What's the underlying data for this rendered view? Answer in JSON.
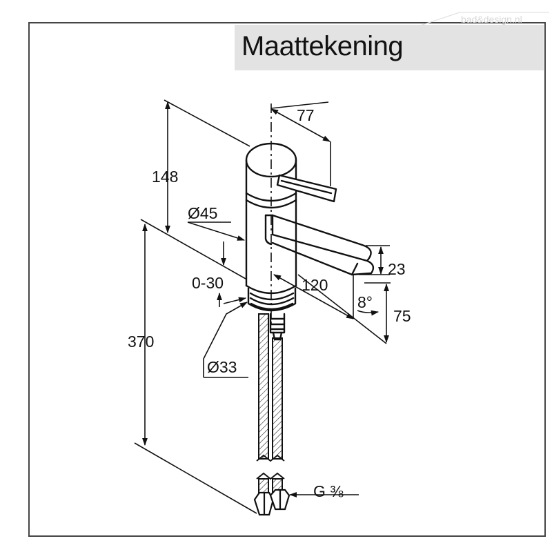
{
  "title": "Maattekening",
  "watermark": "bad&design.nl",
  "dimensions": {
    "width_77": "77",
    "height_148": "148",
    "diameter_45": "Ø45",
    "adjust_0_30": "0-30",
    "total_370": "370",
    "diameter_33": "Ø33",
    "reach_120": "120",
    "spout_23": "23",
    "angle_8": "8°",
    "height_75": "75",
    "thread": "G ⅜"
  },
  "colors": {
    "line": "#111111",
    "frame": "#444444",
    "title_bg": "#e3e3e3",
    "watermark": "#d8d8d8"
  }
}
